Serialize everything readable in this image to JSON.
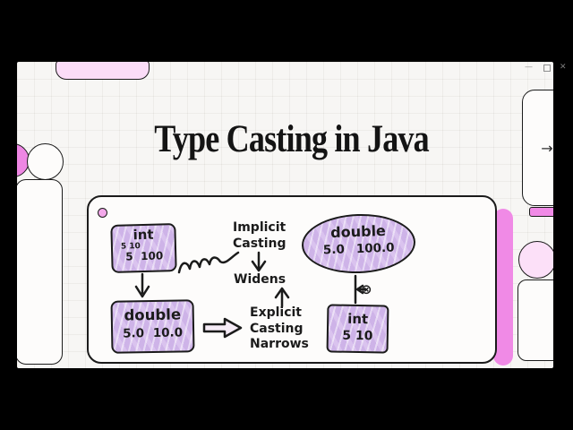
{
  "window": {
    "minimize_label": "—",
    "close_label": "✕"
  },
  "slide": {
    "title": "Type Casting in Java",
    "nav_arrow": "→",
    "diagram": {
      "int_box": {
        "label": "int",
        "sub": "5 10",
        "v1": "5",
        "v2": "100"
      },
      "double_box": {
        "label": "double",
        "v1": "5.0",
        "v2": "10.0"
      },
      "implicit": [
        "Implicit",
        "Casting"
      ],
      "widens": "Widens",
      "explicit": [
        "Explicit",
        "Casting",
        "Narrows"
      ],
      "ellipse": {
        "label": "double",
        "v1": "5.0",
        "v2": "100.0"
      },
      "cast_mark": "⊗",
      "int_box_right": {
        "label": "int",
        "values": "5 10"
      }
    },
    "colors": {
      "accent_magenta": "#f08ae6",
      "accent_pink_light": "#fbdcf7",
      "scribble_purple": "#d9c3ec",
      "ink": "#1b1b1b"
    }
  }
}
